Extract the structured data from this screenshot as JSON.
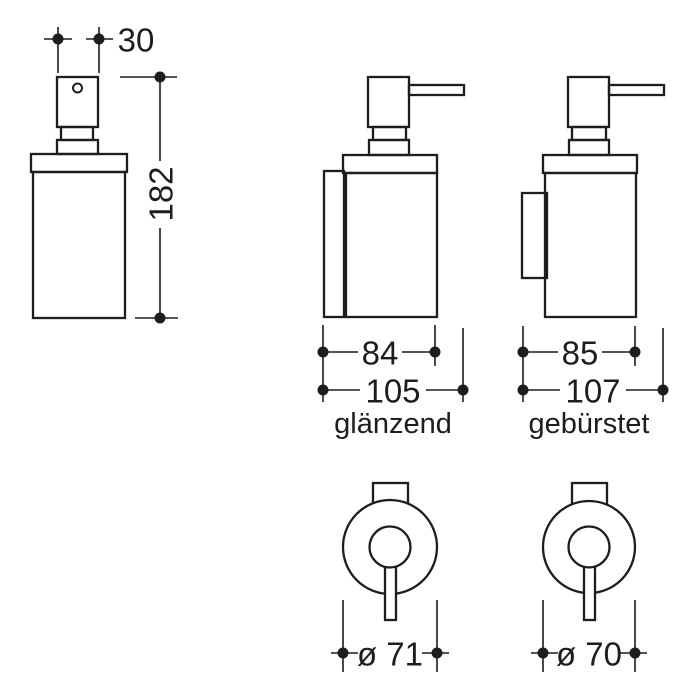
{
  "drawing": {
    "type": "technical-dimension-drawing",
    "subject": "wall-mounted soap dispenser",
    "dimensions": {
      "pump_head_width": "30",
      "total_height": "182"
    },
    "variants": {
      "glossy": {
        "body_depth": "84",
        "total_depth": "105",
        "finish_label": "glänzend",
        "diameter": "ø 71"
      },
      "brushed": {
        "body_depth": "85",
        "total_depth": "107",
        "finish_label": "gebürstet",
        "diameter": "ø 70"
      }
    },
    "colors": {
      "line": "#1d1d1b",
      "background": "#ffffff"
    }
  }
}
